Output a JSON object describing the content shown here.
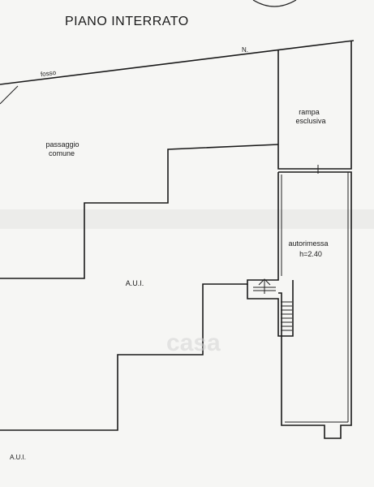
{
  "title": "PIANO INTERRATO",
  "labels": {
    "fosso": "fosso",
    "passaggio_line1": "passaggio",
    "passaggio_line2": "comune",
    "rampa_line1": "rampa",
    "rampa_line2": "esclusiva",
    "autorimessa_line1": "autorimessa",
    "autorimessa_line2": "h=2.40",
    "aui_center": "A.U.I.",
    "aui_bottom": "A.U.I."
  },
  "watermark": "casa"
}
